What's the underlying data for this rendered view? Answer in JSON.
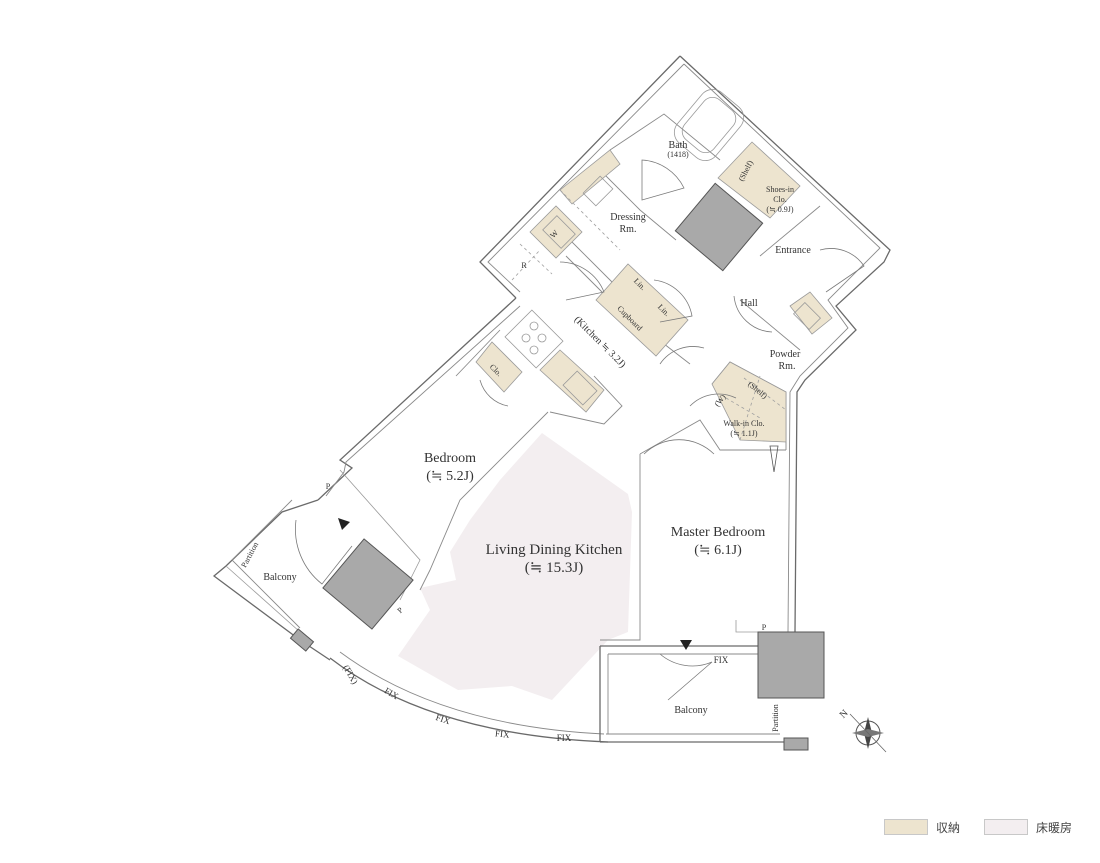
{
  "colors": {
    "storage": "#ede4cf",
    "floor_heating": "#f3eef0",
    "column": "#a9a9a9",
    "wall": "#6a6a6a"
  },
  "rooms": {
    "bath": "Bath",
    "bath_size": "(1418)",
    "dressing_1": "Dressing",
    "dressing_2": "Rm.",
    "entrance": "Entrance",
    "hall": "Hall",
    "powder_1": "Powder",
    "powder_2": "Rm.",
    "kitchen": "(Kitchen ≒ 3.2J)",
    "bedroom": "Bedroom",
    "bedroom_size": "(≒ 5.2J)",
    "ldk": "Living Dining Kitchen",
    "ldk_size": "(≒ 15.3J)",
    "master": "Master Bedroom",
    "master_size": "(≒ 6.1J)",
    "balcony_left": "Balcony",
    "balcony_right": "Balcony",
    "partition_left": "Partition",
    "partition_right": "Partition"
  },
  "storage_labels": {
    "shoes_1": "Shoes-in",
    "shoes_2": "Clo.",
    "shoes_3": "(≒ 0.9J)",
    "shelf_shoes": "(Shelf)",
    "walkin_1": "Walk-in Clo.",
    "walkin_2": "(≒ 1.1J)",
    "shelf_walkin": "(Shelf)",
    "walkin_w": "(W)",
    "lin_1": "Lin.",
    "lin_2": "Lin.",
    "cupboard": "Cupboard",
    "w": "W",
    "r": "R",
    "clo": "Clo.",
    "p_1": "P",
    "p_2": "P",
    "p_3": "P"
  },
  "fix_labels": [
    "(FIX)",
    "FIX",
    "FIX",
    "FIX",
    "FIX",
    "FIX"
  ],
  "compass_letter": "N",
  "legend": [
    {
      "label": "収納",
      "color": "#ede4cf"
    },
    {
      "label": "床暖房",
      "color": "#f3eef0"
    }
  ]
}
